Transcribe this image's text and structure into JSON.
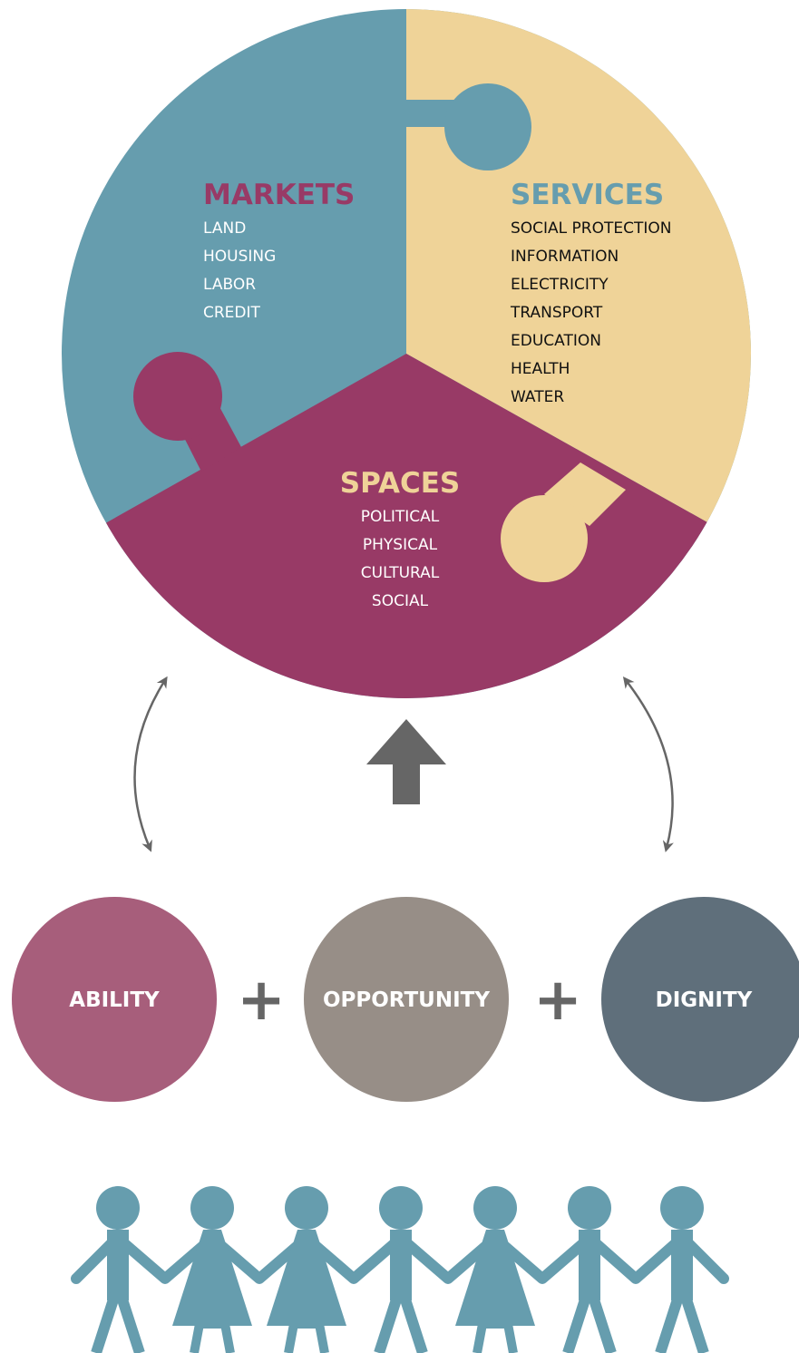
{
  "colors": {
    "teal": "#669DAE",
    "sand": "#EFD398",
    "plum": "#983A66",
    "arrow": "#666666",
    "ability": "#A75E7B",
    "opportunity": "#978E87",
    "dignity": "#5F6F7B",
    "white": "#FFFFFF",
    "black": "#111111"
  },
  "segments": {
    "markets": {
      "title": "MARKETS",
      "items": [
        "LAND",
        "HOUSING",
        "LABOR",
        "CREDIT"
      ]
    },
    "services": {
      "title": "SERVICES",
      "items": [
        "SOCIAL PROTECTION",
        "INFORMATION",
        "ELECTRICITY",
        "TRANSPORT",
        "EDUCATION",
        "HEALTH",
        "WATER"
      ]
    },
    "spaces": {
      "title": "SPACES",
      "items": [
        "POLITICAL",
        "PHYSICAL",
        "CULTURAL",
        "SOCIAL"
      ]
    }
  },
  "circles": [
    {
      "label": "ABILITY",
      "color_key": "ability"
    },
    {
      "label": "OPPORTUNITY",
      "color_key": "opportunity"
    },
    {
      "label": "DIGNITY",
      "color_key": "dignity"
    }
  ],
  "operators": [
    "+",
    "+"
  ],
  "people": [
    {
      "figure": "man-icon"
    },
    {
      "figure": "woman-icon"
    },
    {
      "figure": "woman-icon"
    },
    {
      "figure": "man-icon"
    },
    {
      "figure": "woman-icon"
    },
    {
      "figure": "man-icon"
    },
    {
      "figure": "man-icon"
    }
  ]
}
